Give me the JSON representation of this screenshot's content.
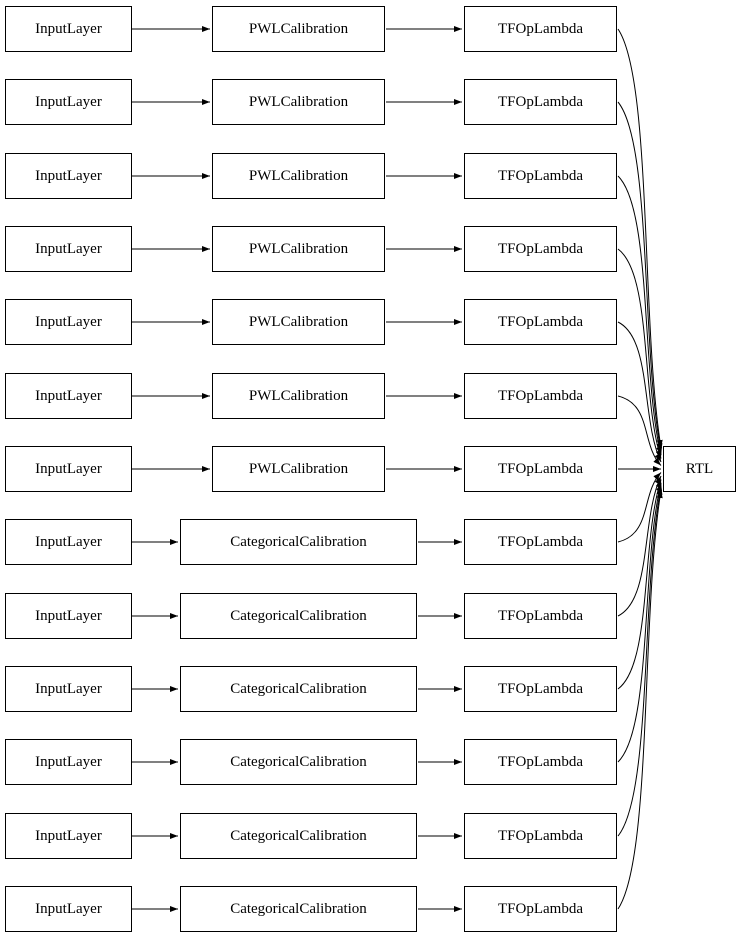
{
  "diagram": {
    "rtl_label": "RTL",
    "rows": [
      {
        "input": "InputLayer",
        "calibration": "PWLCalibration",
        "lambda": "TFOpLambda"
      },
      {
        "input": "InputLayer",
        "calibration": "PWLCalibration",
        "lambda": "TFOpLambda"
      },
      {
        "input": "InputLayer",
        "calibration": "PWLCalibration",
        "lambda": "TFOpLambda"
      },
      {
        "input": "InputLayer",
        "calibration": "PWLCalibration",
        "lambda": "TFOpLambda"
      },
      {
        "input": "InputLayer",
        "calibration": "PWLCalibration",
        "lambda": "TFOpLambda"
      },
      {
        "input": "InputLayer",
        "calibration": "PWLCalibration",
        "lambda": "TFOpLambda"
      },
      {
        "input": "InputLayer",
        "calibration": "PWLCalibration",
        "lambda": "TFOpLambda"
      },
      {
        "input": "InputLayer",
        "calibration": "CategoricalCalibration",
        "lambda": "TFOpLambda"
      },
      {
        "input": "InputLayer",
        "calibration": "CategoricalCalibration",
        "lambda": "TFOpLambda"
      },
      {
        "input": "InputLayer",
        "calibration": "CategoricalCalibration",
        "lambda": "TFOpLambda"
      },
      {
        "input": "InputLayer",
        "calibration": "CategoricalCalibration",
        "lambda": "TFOpLambda"
      },
      {
        "input": "InputLayer",
        "calibration": "CategoricalCalibration",
        "lambda": "TFOpLambda"
      },
      {
        "input": "InputLayer",
        "calibration": "CategoricalCalibration",
        "lambda": "TFOpLambda"
      }
    ],
    "colors": {
      "node_border": "#000000",
      "node_fill": "#ffffff",
      "edge": "#000000"
    }
  }
}
